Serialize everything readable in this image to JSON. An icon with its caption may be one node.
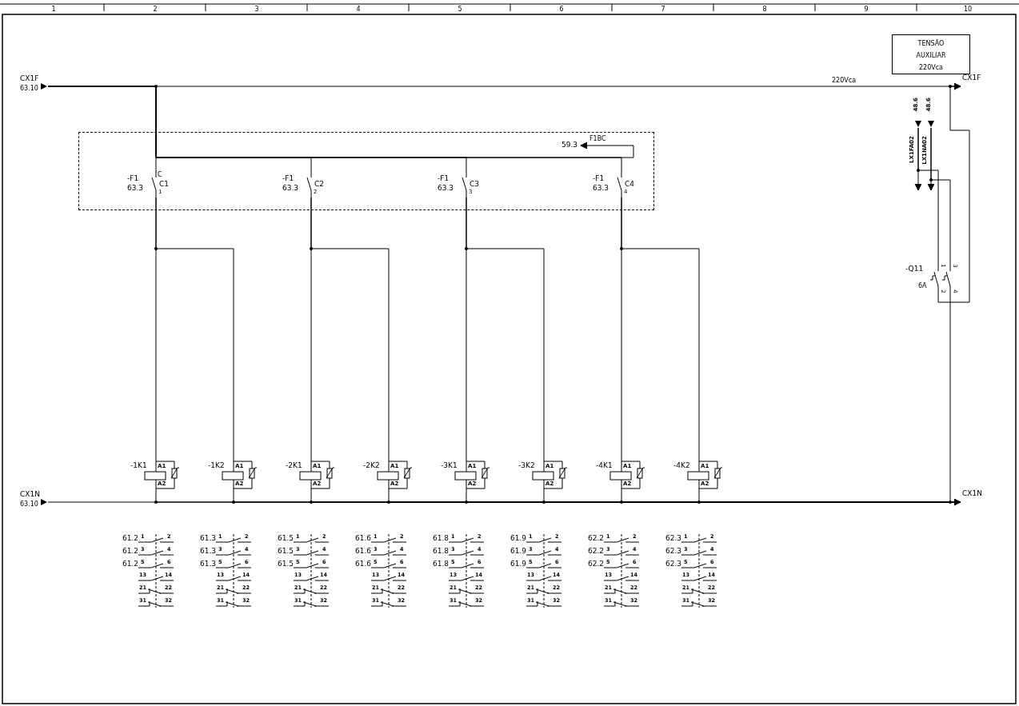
{
  "diagram": {
    "nodes": [
      {
        "text": [
          "TENSÃO AUXILIAR 220Vca"
        ]
      },
      {
        "text": [
          "CX1F",
          "63.10"
        ]
      },
      {
        "text": [
          "CX1F"
        ]
      },
      {
        "text": [],
        "shape": "box"
      },
      {
        "text": [
          "59.3"
        ],
        "in": 3
      },
      {
        "text": [
          "-F1",
          "63.3",
          "C",
          "C1",
          "1"
        ],
        "in": 3
      },
      {
        "text": [
          "-F1",
          "63.3",
          "C2",
          "2"
        ],
        "in": 3
      },
      {
        "text": [
          "-F1",
          "63.3",
          "C3",
          "3"
        ],
        "in": 3
      },
      {
        "text": [
          "-F1",
          "63.3",
          "C4",
          "4"
        ],
        "in": 3
      },
      {
        "text": [
          "48.6"
        ]
      },
      {
        "text": [
          "48.6"
        ]
      },
      {
        "text": [
          "-Q11",
          "6A",
          "1",
          "2",
          "3",
          "4"
        ]
      },
      {
        "text": [
          "-1K1",
          "A1",
          "A2"
        ]
      },
      {
        "text": [
          "-1K2",
          "A1",
          "A2"
        ]
      },
      {
        "text": [
          "-2K1",
          "A1",
          "A2"
        ]
      },
      {
        "text": [
          "-2K2",
          "A1",
          "A2"
        ]
      },
      {
        "text": [
          "-3K1",
          "A1",
          "A2"
        ]
      },
      {
        "text": [
          "-3K2",
          "A1",
          "A2"
        ]
      },
      {
        "text": [
          "-4K1",
          "A1",
          "A2"
        ]
      },
      {
        "text": [
          "-4K2",
          "A1",
          "A2"
        ]
      },
      {
        "text": [
          "CX1N",
          "63.10"
        ]
      },
      {
        "text": [
          "CX1N"
        ]
      }
    ],
    "edges": [
      {
        "from": 1,
        "to": 2,
        "arrow": "to",
        "label": "220Vca"
      },
      {
        "from": 20,
        "to": 21,
        "arrow": "to"
      },
      {
        "from": 1,
        "to": 5,
        "arrow": "none"
      },
      {
        "from": 1,
        "to": 6,
        "arrow": "none"
      },
      {
        "from": 1,
        "to": 7,
        "arrow": "none"
      },
      {
        "from": 1,
        "to": 8,
        "arrow": "none"
      },
      {
        "from": 1,
        "to": 4,
        "arrow": "to",
        "label": "F1BC"
      },
      {
        "from": 5,
        "to": 12,
        "arrow": "none"
      },
      {
        "from": 5,
        "to": 13,
        "arrow": "none"
      },
      {
        "from": 6,
        "to": 14,
        "arrow": "none"
      },
      {
        "from": 6,
        "to": 15,
        "arrow": "none"
      },
      {
        "from": 7,
        "to": 16,
        "arrow": "none"
      },
      {
        "from": 7,
        "to": 17,
        "arrow": "none"
      },
      {
        "from": 8,
        "to": 18,
        "arrow": "none"
      },
      {
        "from": 8,
        "to": 19,
        "arrow": "none"
      },
      {
        "from": 12,
        "to": 21,
        "arrow": "none"
      },
      {
        "from": 13,
        "to": 21,
        "arrow": "none"
      },
      {
        "from": 14,
        "to": 21,
        "arrow": "none"
      },
      {
        "from": 15,
        "to": 21,
        "arrow": "none"
      },
      {
        "from": 16,
        "to": 21,
        "arrow": "none"
      },
      {
        "from": 17,
        "to": 21,
        "arrow": "none"
      },
      {
        "from": 18,
        "to": 21,
        "arrow": "none"
      },
      {
        "from": 19,
        "to": 21,
        "arrow": "none"
      },
      {
        "from": 9,
        "to": 11,
        "arrow": "none",
        "label": "LX1FA02"
      },
      {
        "from": 9,
        "to": null,
        "arrow": "to"
      },
      {
        "from": 10,
        "to": 11,
        "arrow": "none",
        "label": "LX1NA02"
      },
      {
        "from": 10,
        "to": null,
        "arrow": "to"
      },
      {
        "from": 11,
        "to": 2,
        "arrow": "none"
      },
      {
        "from": 11,
        "to": 21,
        "arrow": "none"
      }
    ],
    "labels": [
      "1",
      "2",
      "3",
      "4",
      "5",
      "6",
      "7",
      "8",
      "9",
      "10",
      "61.2",
      "1",
      "2",
      "61.2",
      "3",
      "4",
      "61.2",
      "5",
      "6",
      "13",
      "14",
      "21",
      "22",
      "31",
      "32",
      "61.3",
      "1",
      "2",
      "61.3",
      "3",
      "4",
      "61.3",
      "5",
      "6",
      "13",
      "14",
      "21",
      "22",
      "31",
      "32",
      "61.5",
      "1",
      "2",
      "61.5",
      "3",
      "4",
      "61.5",
      "5",
      "6",
      "13",
      "14",
      "21",
      "22",
      "31",
      "32",
      "61.6",
      "1",
      "2",
      "61.6",
      "3",
      "4",
      "61.6",
      "5",
      "6",
      "13",
      "14",
      "21",
      "22",
      "31",
      "32",
      "61.8",
      "1",
      "2",
      "61.8",
      "3",
      "4",
      "61.8",
      "5",
      "6",
      "13",
      "14",
      "21",
      "22",
      "31",
      "32",
      "61.9",
      "1",
      "2",
      "61.9",
      "3",
      "4",
      "61.9",
      "5",
      "6",
      "13",
      "14",
      "21",
      "22",
      "31",
      "32",
      "62.2",
      "1",
      "2",
      "62.2",
      "3",
      "4",
      "62.2",
      "5",
      "6",
      "13",
      "14",
      "21",
      "22",
      "31",
      "32",
      "62.3",
      "1",
      "2",
      "62.3",
      "3",
      "4",
      "62.3",
      "5",
      "6",
      "13",
      "14",
      "21",
      "22",
      "31",
      "32"
    ]
  }
}
